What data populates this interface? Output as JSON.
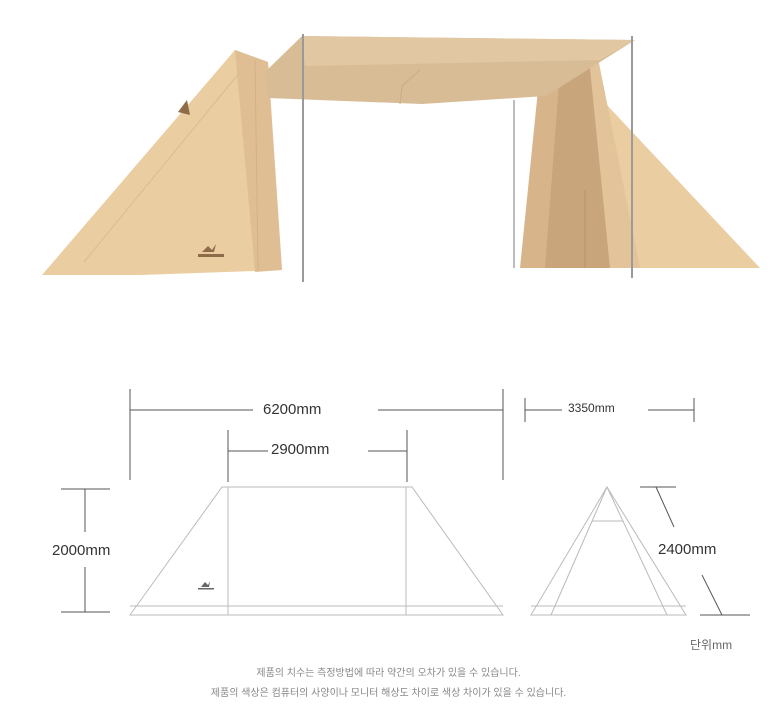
{
  "dimensions": {
    "total_width": "6200mm",
    "center_width": "2900mm",
    "depth": "3350mm",
    "side_height": "2000mm",
    "front_height": "2400mm"
  },
  "unit_label": "단위mm",
  "notes": [
    "제품의 치수는 측정방법에 따라 약간의 오차가 있을 수 있습니다.",
    "제품의 색상은 컴퓨터의 사양이나 모니터 해상도 차이로 색상 차이가 있을 수 있습니다."
  ],
  "colors": {
    "canvas_light": "#EBCDA2",
    "canvas_mid": "#DDB98F",
    "canvas_dark": "#C9A57C",
    "tarp": "#D8BC96",
    "pole": "#9A9A9A",
    "line": "#555555",
    "diagram_line": "#BBBBBB"
  }
}
